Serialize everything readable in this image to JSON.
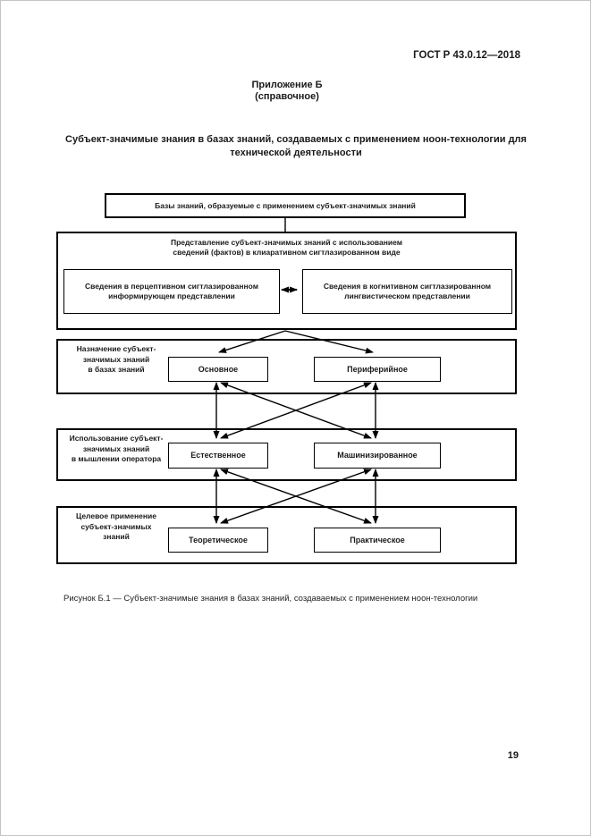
{
  "page": {
    "header_right": "ГОСТ Р 43.0.12—2018",
    "appendix": {
      "line1": "Приложение Б",
      "line2": "(справочное)"
    },
    "title": "Субъект-значимые знания в базах знаний, создаваемых с применением ноон-технологии для\nтехнической деятельности",
    "caption": "Рисунок Б.1 — Субъект-значимые знания в базах знаний, создаваемых с применением ноон-технологии",
    "page_number": "19"
  },
  "diagram": {
    "top_box": "Базы знаний, образуемые с применением субъект-значимых знаний",
    "representation": {
      "header": "Представление субъект-значимых знаний с использованием\nсведений (фактов) в клиаративном сигтлазированном виде",
      "left_box": "Сведения в перцептивном сигтлазированном\nинформирующем представлении",
      "right_box": "Сведения в когнитивном сигтлазированном\nлингвистическом представлении"
    },
    "sections": [
      {
        "label": "Назначение субъект-\nзначимых знаний\nв базах знаний",
        "left_box": "Основное",
        "right_box": "Периферийное"
      },
      {
        "label": "Использование субъект-\nзначимых знаний\nв мышлении оператора",
        "left_box": "Естественное",
        "right_box": "Машинизированное"
      },
      {
        "label": "Целевое применение\nсубъект-значимых\nзнаний",
        "left_box": "Теоретическое",
        "right_box": "Практическое"
      }
    ]
  }
}
